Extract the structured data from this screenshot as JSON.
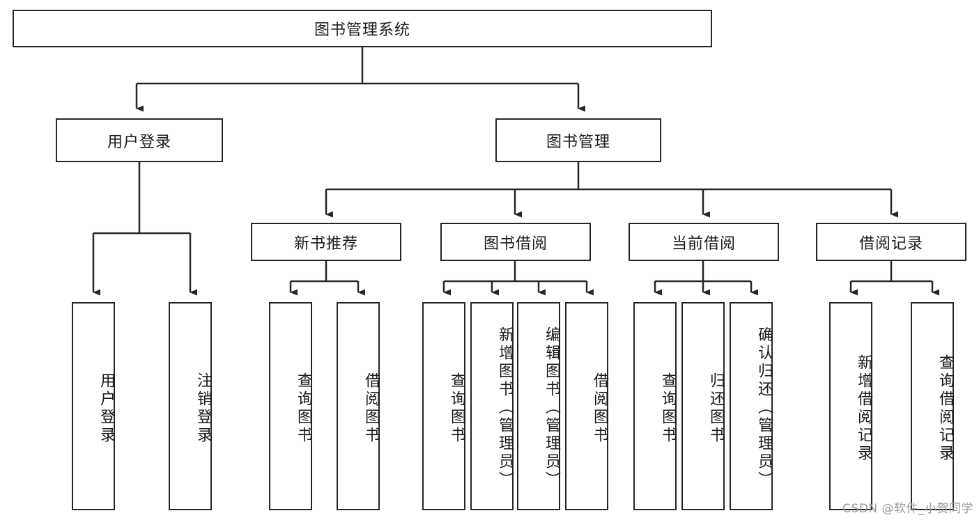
{
  "diagram": {
    "title": "图书管理系统",
    "root": {
      "label": "图书管理系统"
    },
    "level1": [
      {
        "label": "用户登录"
      },
      {
        "label": "图书管理"
      }
    ],
    "level2": [
      {
        "label": "新书推荐"
      },
      {
        "label": "图书借阅"
      },
      {
        "label": "当前借阅"
      },
      {
        "label": "借阅记录"
      }
    ],
    "leaves": {
      "user_login": [
        {
          "label": "用户登录"
        },
        {
          "label": "注销登录"
        }
      ],
      "new_book_recommend": [
        {
          "label": "查询图书"
        },
        {
          "label": "借阅图书"
        }
      ],
      "book_borrow": [
        {
          "label": "查询图书"
        },
        {
          "label": "新增图书（管理员）"
        },
        {
          "label": "编辑图书（管理员）"
        },
        {
          "label": "借阅图书"
        }
      ],
      "current_borrow": [
        {
          "label": "查询图书"
        },
        {
          "label": "归还图书"
        },
        {
          "label": "确认归还（管理员）"
        }
      ],
      "borrow_record": [
        {
          "label": "新增借阅记录"
        },
        {
          "label": "查询借阅记录"
        }
      ]
    },
    "watermark": "CSDN @软件_小贺同学",
    "colors": {
      "stroke": "#262626",
      "fill": "#ffffff",
      "text": "#1a1a1a",
      "watermark": "#9a9a9a"
    }
  }
}
